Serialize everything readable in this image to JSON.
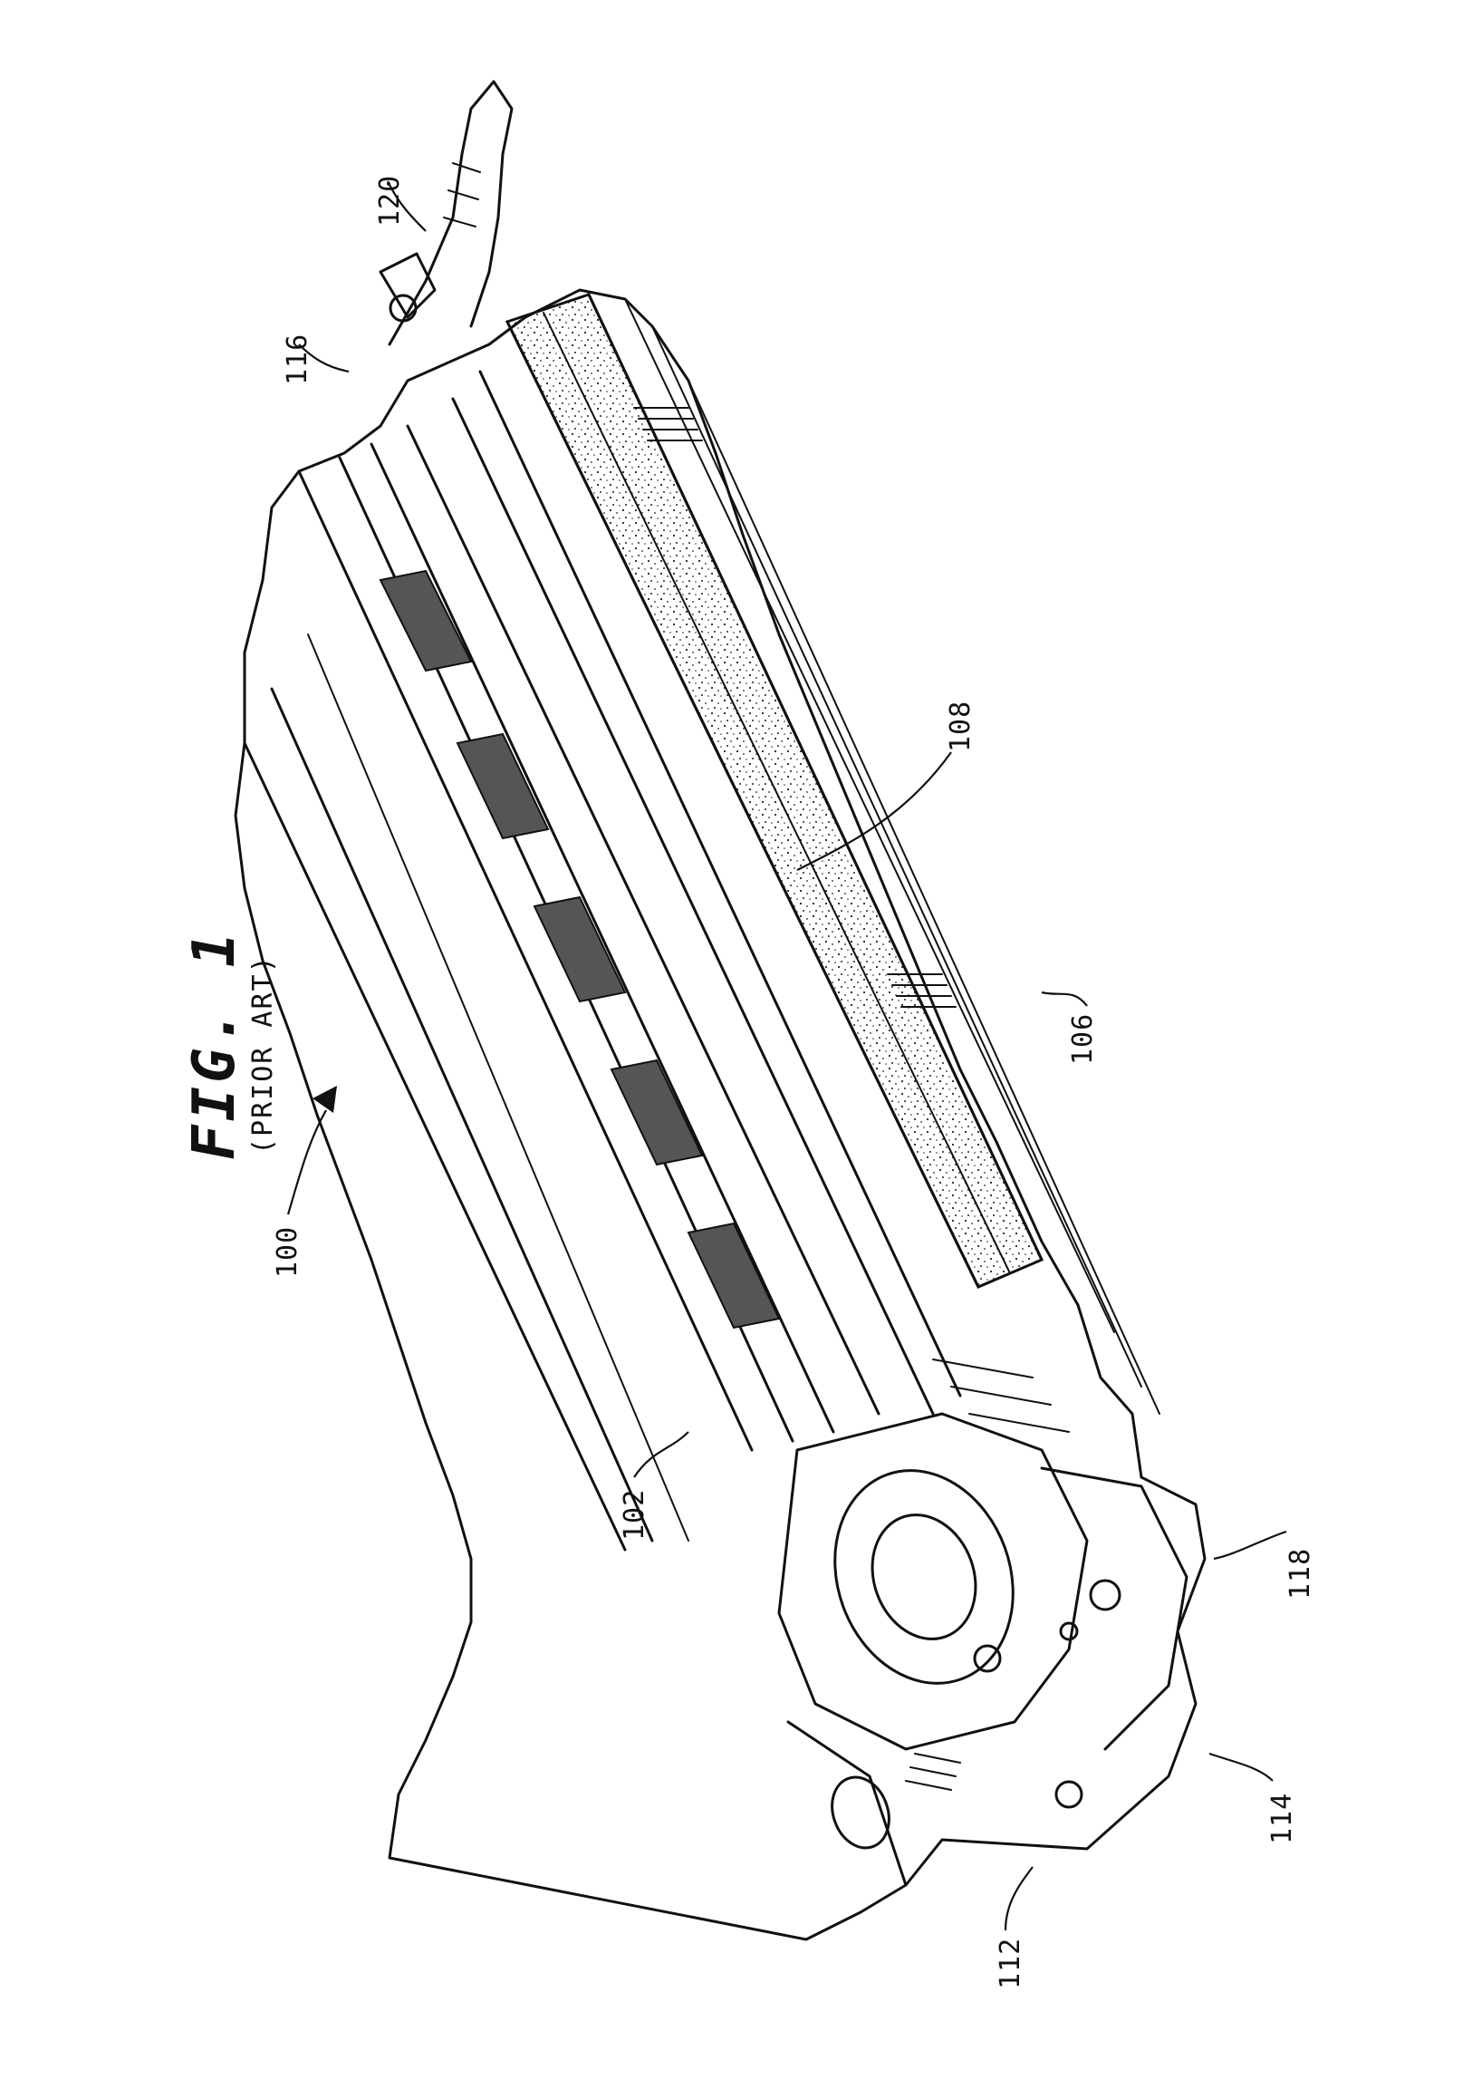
{
  "figure": {
    "title": "FIG. 1",
    "subtitle": "(PRIOR ART)"
  },
  "reference_numerals": [
    {
      "id": "100",
      "text": "100"
    },
    {
      "id": "102",
      "text": "102"
    },
    {
      "id": "106",
      "text": "106"
    },
    {
      "id": "108",
      "text": "108"
    },
    {
      "id": "112",
      "text": "112"
    },
    {
      "id": "114",
      "text": "114"
    },
    {
      "id": "116",
      "text": "116"
    },
    {
      "id": "118",
      "text": "118"
    },
    {
      "id": "120",
      "text": "120"
    }
  ],
  "colors": {
    "ink": "#111111",
    "paper": "#ffffff"
  }
}
